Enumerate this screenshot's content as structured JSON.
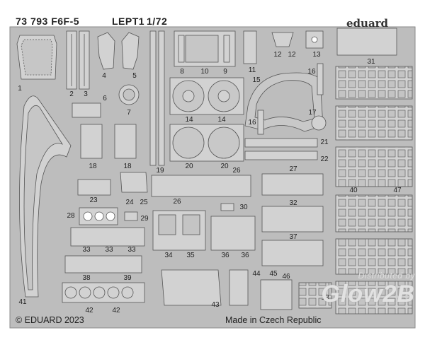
{
  "header": {
    "code": "73 793 F6F-5",
    "set": "LEPT1",
    "scale": "1/72"
  },
  "brand": "eduard",
  "footer": {
    "copyright": "© EDUARD 2023",
    "origin": "Made in Czech Republic"
  },
  "watermark": {
    "line1": "Distributed by",
    "line2": "Glow2B"
  },
  "colors": {
    "background": "#ffffff",
    "fret": "#bdbdbd",
    "fret_edge": "#8a8a8a",
    "part": "#d2d2d2",
    "part_edge": "#555555",
    "hole": "#ffffff"
  },
  "part_numbers": [
    "1",
    "2",
    "3",
    "4",
    "5",
    "6",
    "7",
    "8",
    "10",
    "9",
    "11",
    "12",
    "12",
    "13",
    "15",
    "16",
    "14",
    "14",
    "16",
    "17",
    "18",
    "18",
    "19",
    "20",
    "20",
    "21",
    "22",
    "26",
    "27",
    "23",
    "24",
    "25",
    "26",
    "30",
    "32",
    "40",
    "47",
    "28",
    "29",
    "33",
    "33",
    "33",
    "34",
    "35",
    "36",
    "36",
    "37",
    "38",
    "39",
    "31",
    "41",
    "42",
    "42",
    "43",
    "44",
    "45",
    "46",
    "13"
  ]
}
